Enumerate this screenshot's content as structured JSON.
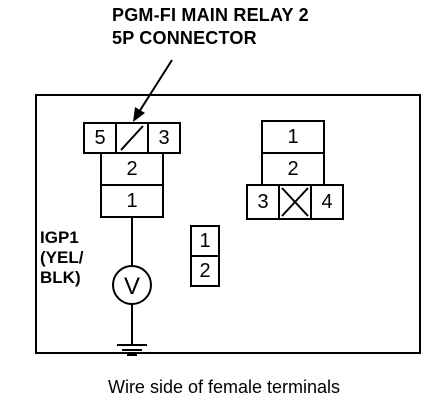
{
  "title": {
    "line1": "PGM-FI MAIN RELAY 2",
    "line2": "5P CONNECTOR"
  },
  "connector_a": {
    "top_row": [
      "5",
      "3"
    ],
    "middle": "2",
    "bottom": "1"
  },
  "connector_b": {
    "top": "1",
    "middle": "2",
    "bottom_row": [
      "3",
      "4"
    ]
  },
  "connector_c": {
    "top": "1",
    "bottom": "2"
  },
  "wire_label": "IGP1\n(YEL/\nBLK)",
  "meter_symbol": "V",
  "caption": "Wire side of female terminals"
}
